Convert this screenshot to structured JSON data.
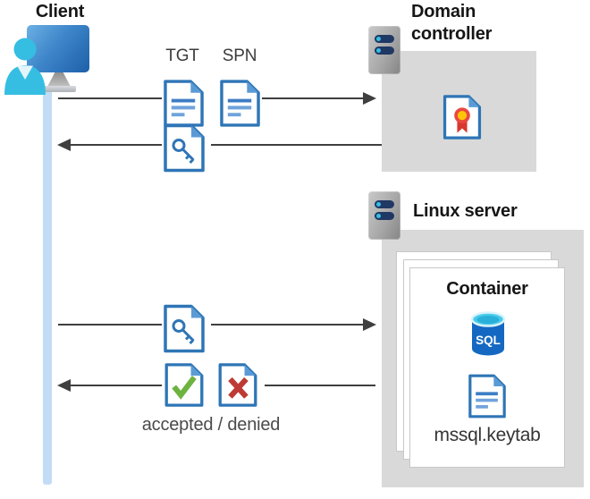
{
  "diagram": {
    "client": {
      "label": "Client"
    },
    "domain_controller": {
      "label": "Domain controller"
    },
    "linux_server": {
      "label": "Linux server"
    },
    "container": {
      "label": "Container",
      "database_label": "SQL",
      "keytab_label": "mssql.keytab"
    },
    "messages": {
      "tgt": "TGT",
      "spn": "SPN",
      "accepted_denied": "accepted / denied"
    }
  },
  "colors": {
    "doc_border_blue": "#2e75b6",
    "doc_fold_blue": "#5b9bd5",
    "doc_line_blue": "#3d7dc4",
    "accent_cyan": "#35bee2",
    "zone_gray": "#d9d9d9",
    "arrow_gray": "#3f3f3f",
    "check_green": "#6db33f",
    "cross_red": "#be3a34",
    "ribbon_red": "#d8382f",
    "ribbon_yellow": "#ffc408",
    "sql_blue": "#1468c2",
    "lifeline_blue": "#c3dcf5",
    "server_navy": "#203864"
  }
}
